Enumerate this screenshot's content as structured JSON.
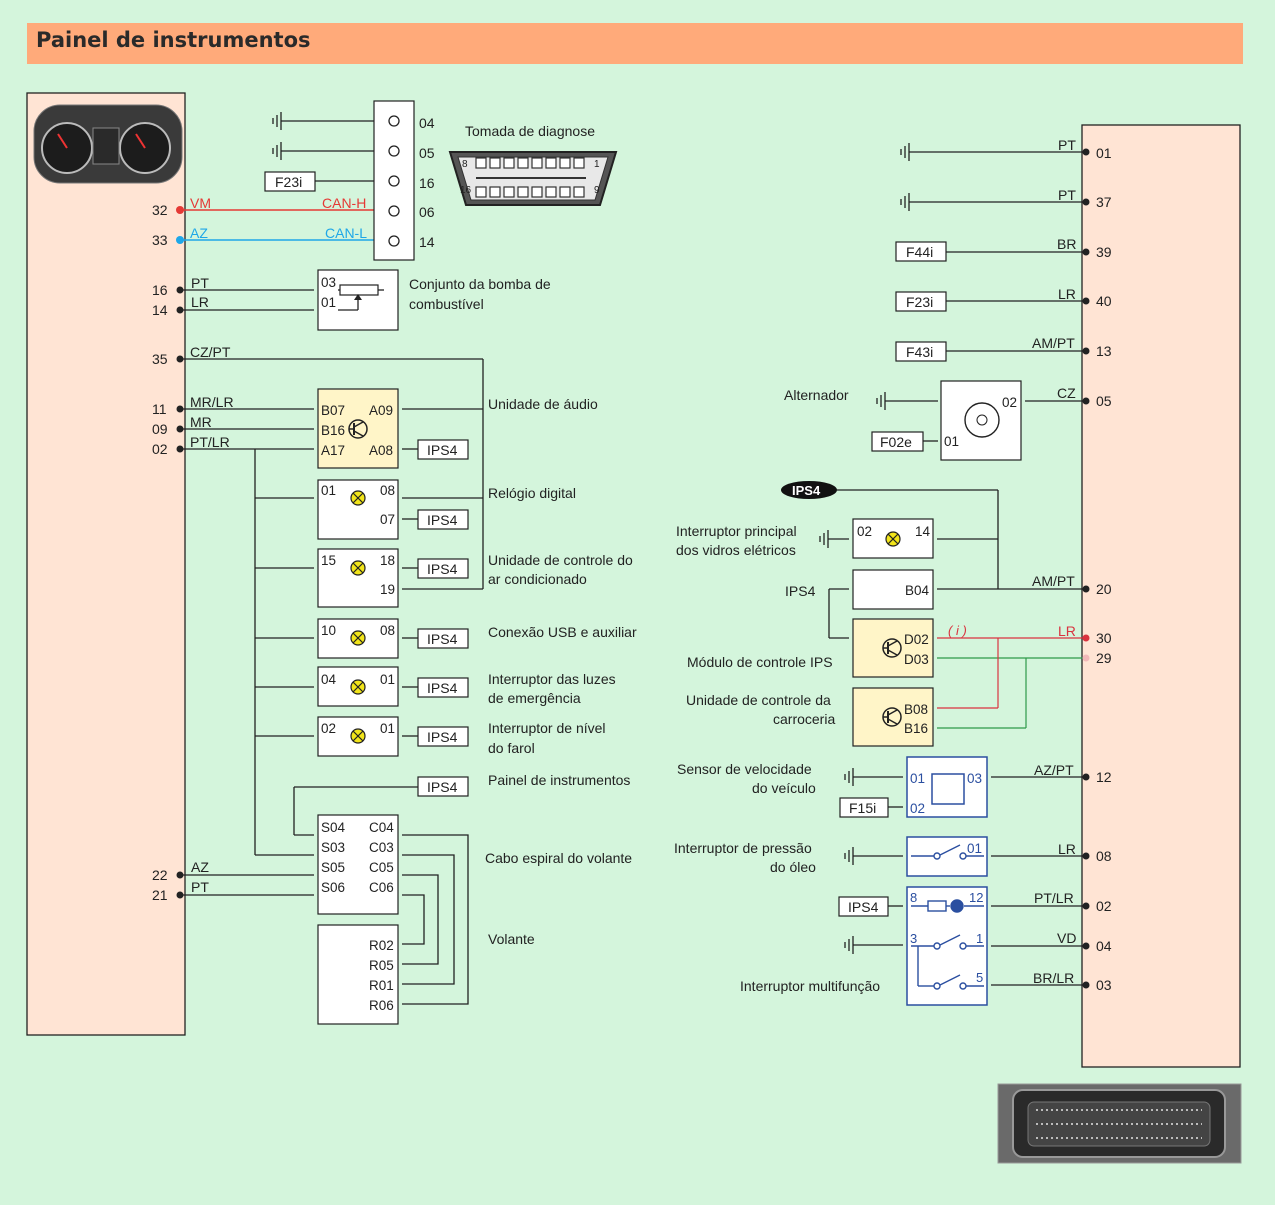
{
  "title": "Painel de instrumentos",
  "colors": {
    "background": "#d4f5dc",
    "title_bar": "#ffaa7a",
    "module": "#ffe4d4",
    "can_h": "#e53935",
    "can_l": "#1ea7e8",
    "lamp": "#f2e51a",
    "ips_box": "#fff5c8",
    "blue_component": "#2b4fa0",
    "red_wire": "#d9333f",
    "green_wire": "#2e9a4a"
  },
  "left_module": {
    "pins": [
      {
        "num": "32",
        "wire": "VM",
        "signal": "CAN-H"
      },
      {
        "num": "33",
        "wire": "AZ",
        "signal": "CAN-L"
      },
      {
        "num": "16",
        "wire": "PT"
      },
      {
        "num": "14",
        "wire": "LR"
      },
      {
        "num": "35",
        "wire": "CZ/PT"
      },
      {
        "num": "11",
        "wire": "MR/LR"
      },
      {
        "num": "09",
        "wire": "MR"
      },
      {
        "num": "02",
        "wire": "PT/LR"
      },
      {
        "num": "22",
        "wire": "AZ"
      },
      {
        "num": "21",
        "wire": "PT"
      }
    ]
  },
  "diag": {
    "label": "Tomada de diagnose",
    "pins": [
      "04",
      "05",
      "16",
      "06",
      "14"
    ],
    "fuse": "F23i",
    "obd_nums": [
      "8",
      "1",
      "16",
      "9"
    ]
  },
  "fuel": {
    "label1": "Conjunto da bomba de",
    "label2": "combustível",
    "pins": [
      "03",
      "01"
    ]
  },
  "audio": {
    "label": "Unidade de áudio",
    "pins": [
      "B07",
      "B16",
      "A17",
      "A09",
      "A08"
    ]
  },
  "clock": {
    "label": "Relógio digital",
    "pins": [
      "01",
      "08",
      "07"
    ]
  },
  "ac": {
    "label1": "Unidade de controle do",
    "label2": "ar condicionado",
    "pins": [
      "15",
      "18",
      "19"
    ]
  },
  "usb": {
    "label": "Conexão USB e auxiliar",
    "pins": [
      "10",
      "08"
    ]
  },
  "hazard": {
    "label1": "Interruptor das luzes",
    "label2": "de emergência",
    "pins": [
      "04",
      "01"
    ]
  },
  "headlamp": {
    "label1": "Interruptor de nível",
    "label2": "do farol",
    "pins": [
      "02",
      "01"
    ]
  },
  "cluster": {
    "label": "Painel de instrumentos"
  },
  "spiral": {
    "label": "Cabo espiral do volante",
    "left": [
      "S04",
      "S03",
      "S05",
      "S06"
    ],
    "right": [
      "C04",
      "C03",
      "C05",
      "C06"
    ]
  },
  "wheel": {
    "label": "Volante",
    "pins": [
      "R02",
      "R05",
      "R01",
      "R06"
    ]
  },
  "ips": "IPS4",
  "right_module": {
    "pins": [
      {
        "num": "01",
        "wire": "PT"
      },
      {
        "num": "37",
        "wire": "PT"
      },
      {
        "num": "39",
        "wire": "BR",
        "fuse": "F44i"
      },
      {
        "num": "40",
        "wire": "LR",
        "fuse": "F23i"
      },
      {
        "num": "13",
        "wire": "AM/PT",
        "fuse": "F43i"
      },
      {
        "num": "05",
        "wire": "CZ"
      },
      {
        "num": "20",
        "wire": "AM/PT"
      },
      {
        "num": "30",
        "wire": "LR"
      },
      {
        "num": "29",
        "wire": ""
      },
      {
        "num": "12",
        "wire": "AZ/PT"
      },
      {
        "num": "08",
        "wire": "LR"
      },
      {
        "num": "02",
        "wire": "PT/LR"
      },
      {
        "num": "04",
        "wire": "VD"
      },
      {
        "num": "03",
        "wire": "BR/LR"
      }
    ]
  },
  "alternator": {
    "label": "Alternador",
    "fuse": "F02e",
    "pins": [
      "02",
      "01"
    ]
  },
  "window_switch": {
    "label1": "Interruptor principal",
    "label2": "dos vidros elétricos",
    "pins": [
      "02",
      "14"
    ]
  },
  "ips_module": {
    "label": "Módulo de controle IPS",
    "pins": [
      "B04",
      "D02",
      "D03"
    ],
    "mark": "( i )"
  },
  "bcu": {
    "label1": "Unidade de controle da",
    "label2": "carroceria",
    "pins": [
      "B08",
      "B16"
    ]
  },
  "speed": {
    "label1": "Sensor de velocidade",
    "label2": "do veículo",
    "fuse": "F15i",
    "pins": [
      "01",
      "02",
      "03"
    ]
  },
  "oil": {
    "label1": "Interruptor de pressão",
    "label2": "do óleo",
    "pins": [
      "01"
    ]
  },
  "multi": {
    "label": "Interruptor multifunção",
    "pins": [
      "8",
      "12",
      "3",
      "1",
      "5"
    ]
  }
}
